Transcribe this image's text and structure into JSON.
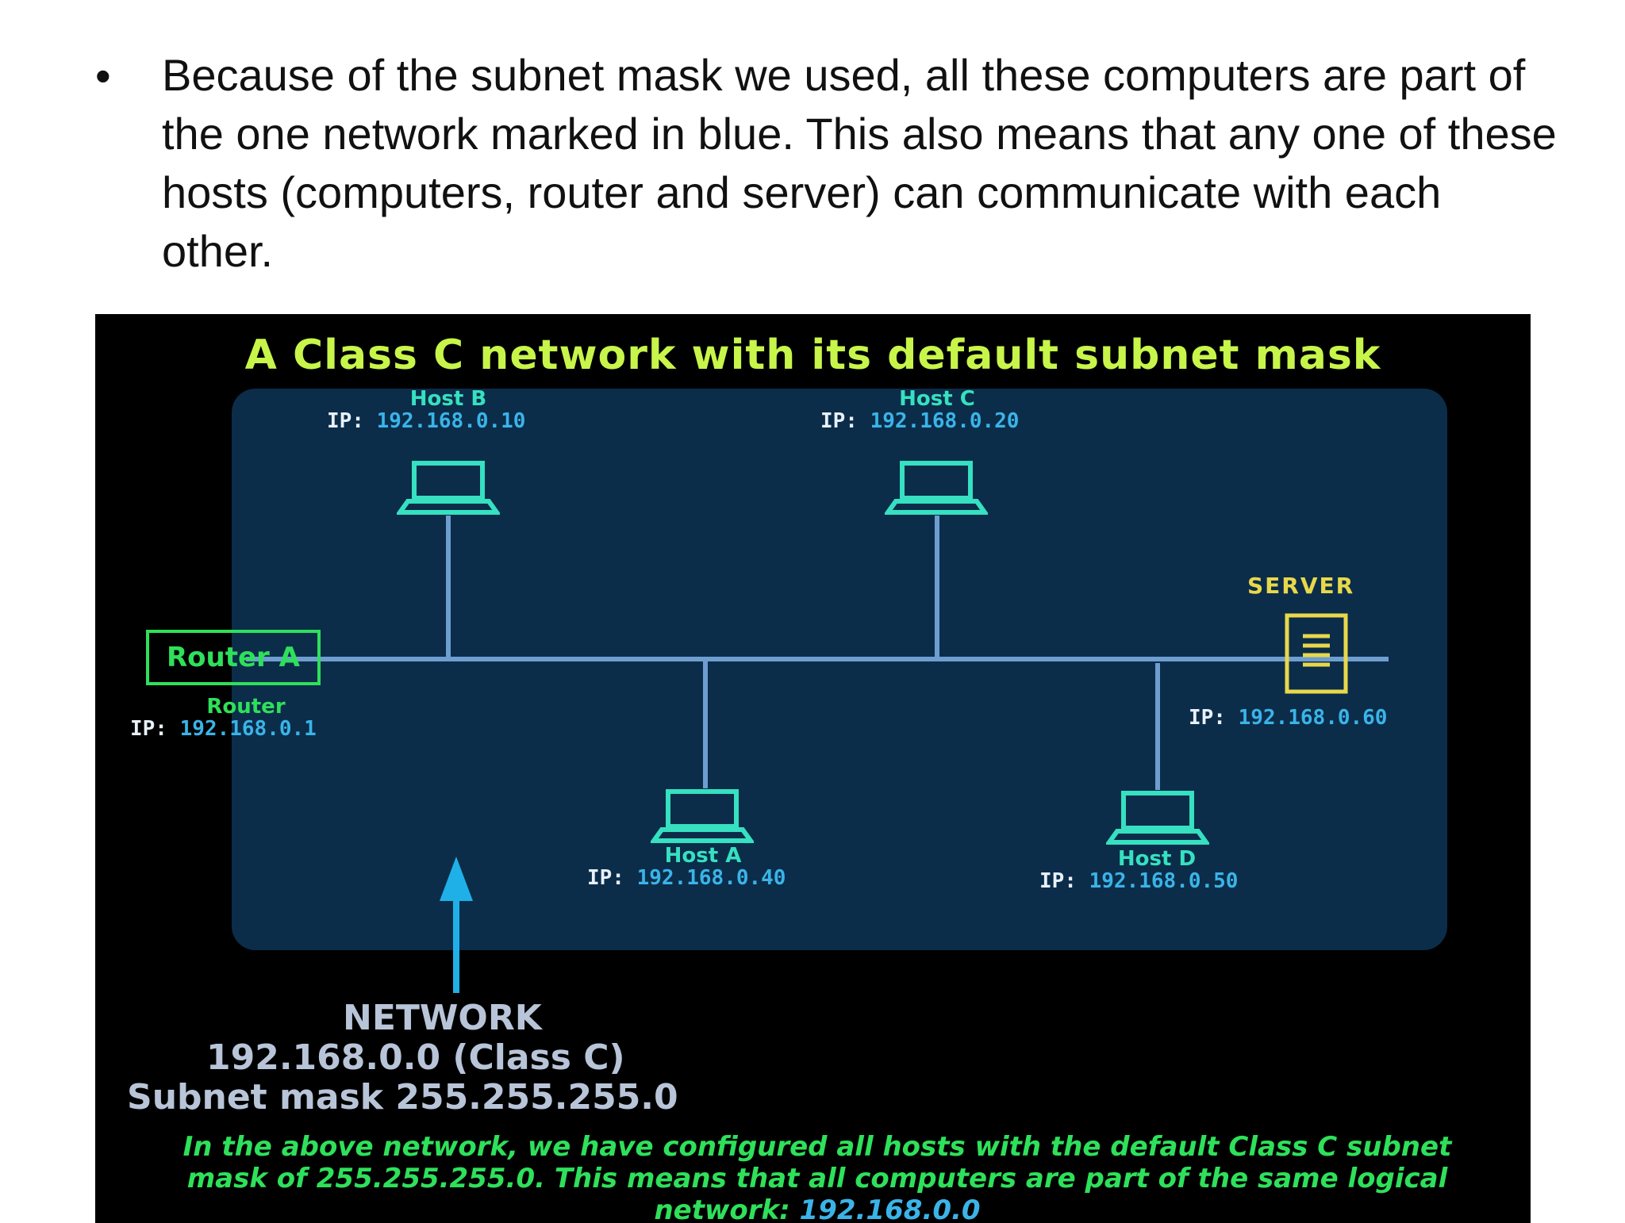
{
  "slide": {
    "bullet_text": "Because of the subnet mask we used, all these computers are part of the one network marked in blue. This also means that any one of these hosts (computers, router and server) can communicate with each other."
  },
  "diagram": {
    "title": "A Class C network with its default subnet mask",
    "ip_prefix": "IP:",
    "router": {
      "box_label": "Router A",
      "name": "Router",
      "ip": "192.168.0.1"
    },
    "hosts": [
      {
        "name": "Host B",
        "ip": "192.168.0.10"
      },
      {
        "name": "Host C",
        "ip": "192.168.0.20"
      },
      {
        "name": "Host A",
        "ip": "192.168.0.40"
      },
      {
        "name": "Host D",
        "ip": "192.168.0.50"
      }
    ],
    "server": {
      "label": "SERVER",
      "ip": "192.168.0.60"
    },
    "network": {
      "heading": "NETWORK",
      "address": "192.168.0.0 (Class C)",
      "mask": "Subnet mask 255.255.255.0"
    },
    "note": {
      "text": "In the above network, we have configured all hosts with the default Class C subnet mask of 255.255.255.0. This means that all computers are part of the same logical network:",
      "network_value": "192.168.0.0"
    },
    "colors": {
      "background": "#000000",
      "network_area": "#0b2d4a",
      "wire": "#6e9ed0",
      "title": "#c7f54a",
      "host": "#36e0c0",
      "router": "#2ee05a",
      "server_label": "#e8d84a",
      "arrow": "#1fb0e8"
    }
  }
}
